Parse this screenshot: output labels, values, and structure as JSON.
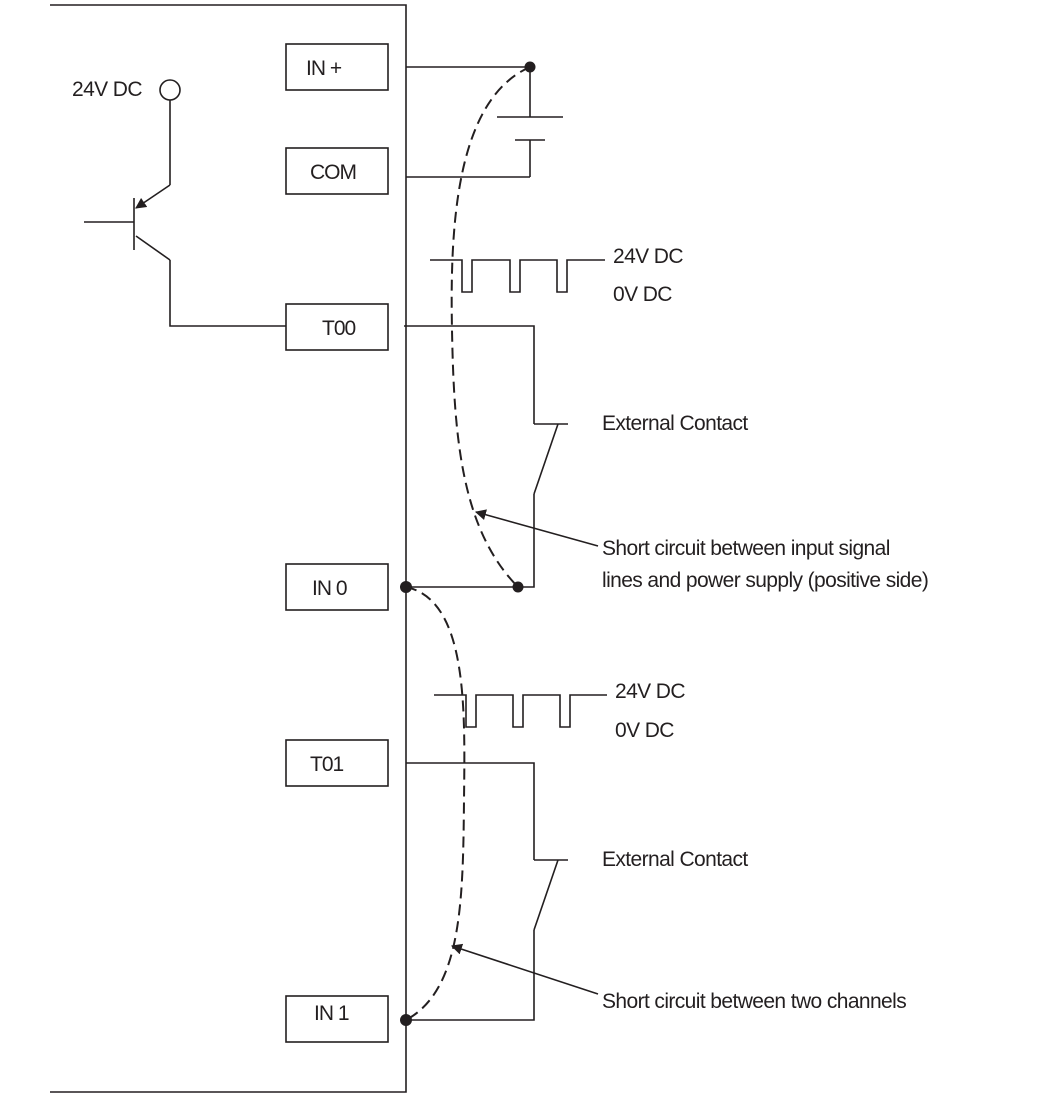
{
  "supply": {
    "label": "24V DC"
  },
  "terminals": {
    "in_plus": "IN +",
    "com": "COM",
    "t00": "T00",
    "in0": "IN 0",
    "t01": "T01",
    "in1": "IN 1"
  },
  "pulse_upper": {
    "high_label": "24V DC",
    "low_label": "0V DC"
  },
  "pulse_lower": {
    "high_label": "24V DC",
    "low_label": "0V DC"
  },
  "contacts": {
    "upper_label": "External Contact",
    "lower_label": "External Contact"
  },
  "faults": {
    "upper_line1": "Short circuit between input signal",
    "upper_line2": "lines and power supply (positive side)",
    "lower_label": "Short circuit between two channels"
  },
  "colors": {
    "ink": "#231f20",
    "background": "#ffffff"
  }
}
